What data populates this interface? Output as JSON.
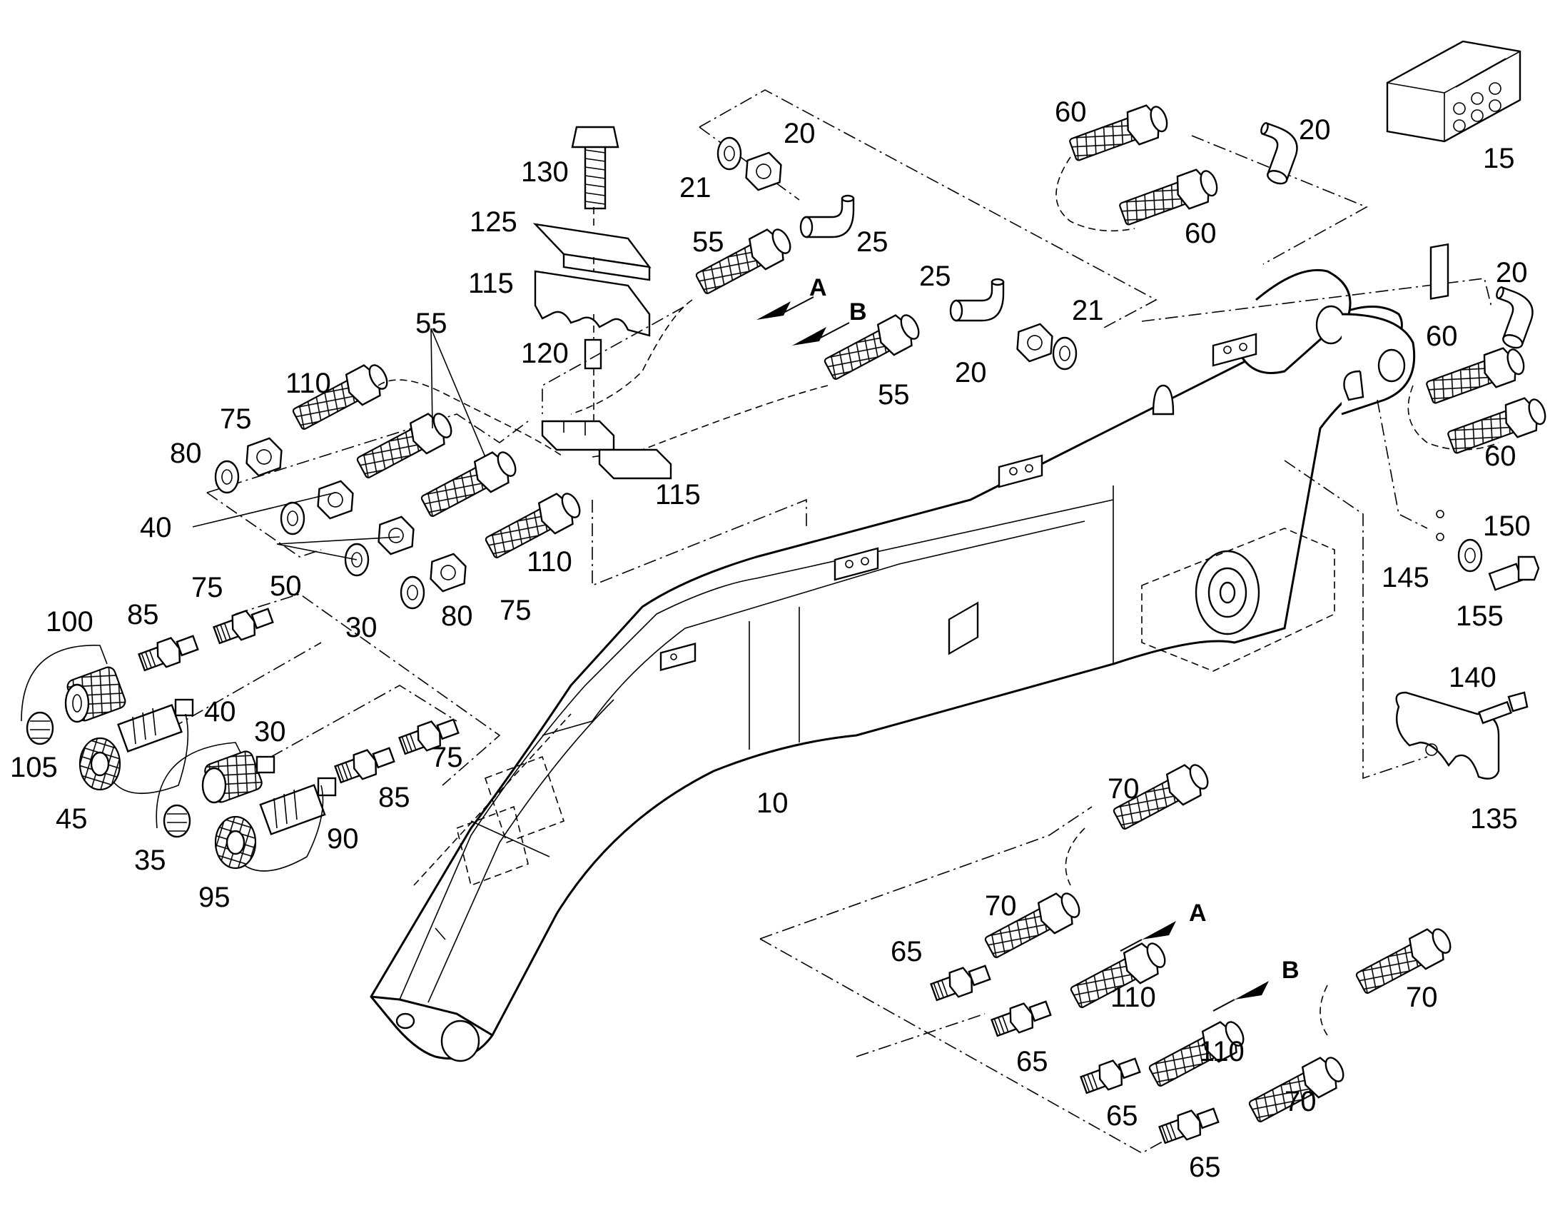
{
  "labels": {
    "l10": "10",
    "l15": "15",
    "l20a": "20",
    "l20b": "20",
    "l20c": "20",
    "l20d": "20",
    "l21a": "21",
    "l21b": "21",
    "l25a": "25",
    "l25b": "25",
    "l30a": "30",
    "l30b": "30",
    "l35": "35",
    "l40a": "40",
    "l40b": "40",
    "l45": "45",
    "l50": "50",
    "l55a": "55",
    "l55b": "55",
    "l55c": "55",
    "l60a": "60",
    "l60b": "60",
    "l60c": "60",
    "l60d": "60",
    "l65a": "65",
    "l65b": "65",
    "l65c": "65",
    "l65d": "65",
    "l70a": "70",
    "l70b": "70",
    "l70c": "70",
    "l70d": "70",
    "l75a": "75",
    "l75b": "75",
    "l75c": "75",
    "l75d": "75",
    "l80a": "80",
    "l80b": "80",
    "l85a": "85",
    "l85b": "85",
    "l90": "90",
    "l95": "95",
    "l100": "100",
    "l105": "105",
    "l110a": "110",
    "l110b": "110",
    "l110c": "110",
    "l110d": "110",
    "l115a": "115",
    "l115b": "115",
    "l120": "120",
    "l125": "125",
    "l130": "130",
    "l135": "135",
    "l140": "140",
    "l145": "145",
    "l150": "150",
    "l155": "155"
  },
  "arrows": {
    "a_top": "A",
    "b_top": "B",
    "a_bottom": "A",
    "b_bottom": "B"
  }
}
